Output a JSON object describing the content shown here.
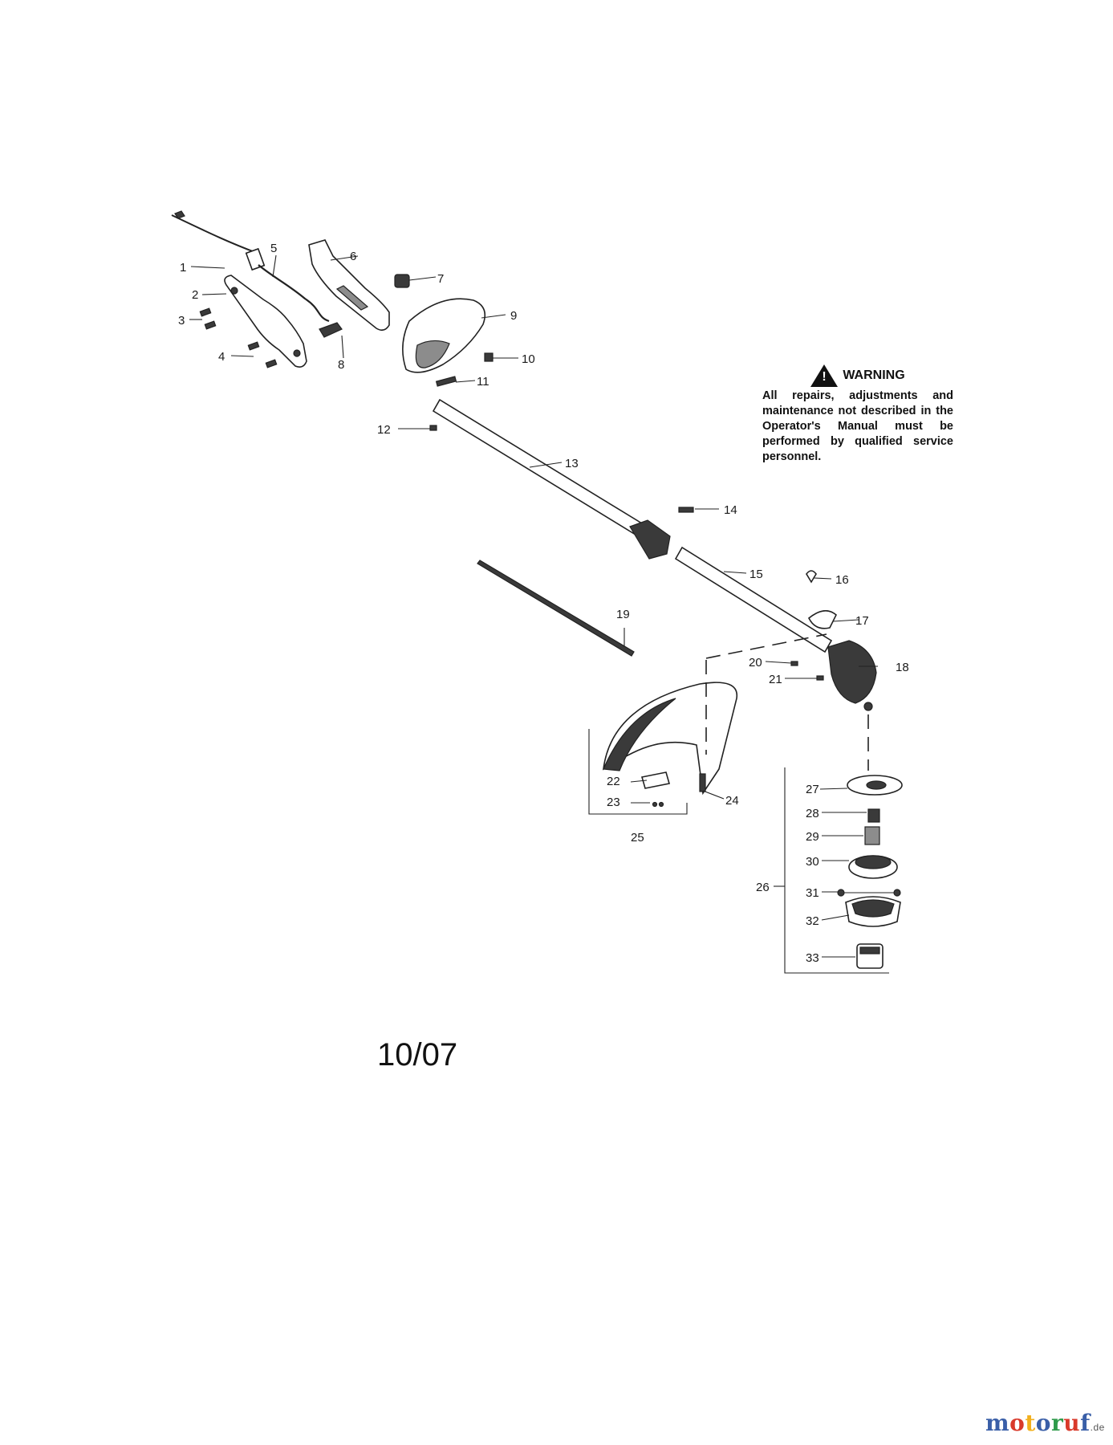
{
  "warning": {
    "title": "WARNING",
    "icon": "warning-triangle-icon",
    "text": "All repairs, adjustments and maintenance not described in the Operator's Manual must be performed by qualified service personnel."
  },
  "date_code": "10/07",
  "watermark": {
    "text": "motoruf",
    "suffix": ".de",
    "letters": [
      "m",
      "o",
      "t",
      "o",
      "r",
      "u",
      "f"
    ],
    "colors": [
      "#3a5fa8",
      "#d93a2b",
      "#f2b01e",
      "#3a5fa8",
      "#2e9a4a",
      "#d93a2b",
      "#3a5fa8"
    ]
  },
  "callouts": [
    "1",
    "2",
    "3",
    "4",
    "5",
    "6",
    "7",
    "8",
    "9",
    "10",
    "11",
    "12",
    "13",
    "14",
    "15",
    "16",
    "17",
    "18",
    "19",
    "20",
    "21",
    "22",
    "23",
    "24",
    "25",
    "26",
    "27",
    "28",
    "29",
    "30",
    "31",
    "32",
    "33"
  ],
  "colors": {
    "ink": "#1a1a1a",
    "background": "#ffffff"
  }
}
